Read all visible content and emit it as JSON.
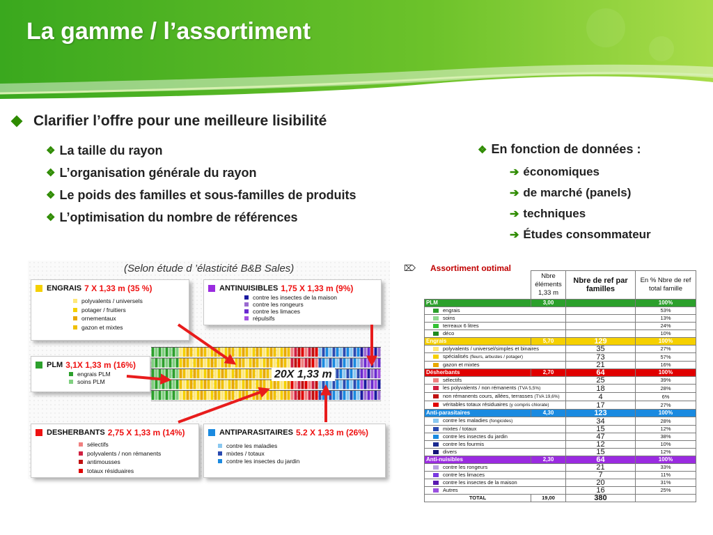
{
  "slide": {
    "title": "La gamme / l’assortiment"
  },
  "bullets": {
    "main": "Clarifier l’offre pour une meilleure lisibilité",
    "sub": [
      "La taille du rayon",
      "L’organisation générale du rayon",
      "Le poids des familles et sous-familles de produits",
      "L’optimisation du nombre de références"
    ],
    "right_heading": "En fonction de données :",
    "right_items": [
      "économiques",
      "de marché (panels)",
      "techniques",
      "Études consommateur"
    ]
  },
  "figure": {
    "title": "(Selon étude d ’élasticité B&B Sales)",
    "shelf_label": "20X  1,33 m",
    "panels": {
      "engrais": {
        "name": "ENGRAIS",
        "spec": "7  X  1,33 m (35 %)",
        "color": "#f5d000",
        "items": [
          "polyvalents / universels",
          "potager / fruitiers",
          "ornementaux",
          "gazon et mixtes"
        ],
        "item_colors": [
          "#ffe87a",
          "#f5d000",
          "#e8a800",
          "#f0c000"
        ]
      },
      "antinuisibles": {
        "name": "ANTINUISIBLES",
        "spec": "1,75 X 1,33 m (9%)",
        "color": "#9a2be0",
        "items": [
          "contre les insectes de la maison",
          "contre les rongeurs",
          "contre les limaces",
          "répulsifs"
        ],
        "item_colors": [
          "#1a1aa0",
          "#9a6ad0",
          "#6a2ad0",
          "#a050e0"
        ]
      },
      "plm": {
        "name": "PLM",
        "spec": "3,1X 1,33 m (16%)",
        "color": "#2ca02c",
        "items": [
          "engrais PLM",
          "soins PLM"
        ],
        "item_colors": [
          "#2ca02c",
          "#80d080"
        ]
      },
      "desherbants": {
        "name": "DESHERBANTS",
        "spec": "2,75 X 1,33 m (14%)",
        "color": "#e11",
        "items": [
          "sélectifs",
          "polyvalents / non rémanents",
          "antimousses",
          "totaux résiduaires"
        ],
        "item_colors": [
          "#f08080",
          "#d02040",
          "#c01010",
          "#e00000"
        ]
      },
      "antiparasitaires": {
        "name": "ANTIPARASITAIRES",
        "spec": "5.2 X 1,33 m (26%)",
        "color": "#1a8ae0",
        "items": [
          "contre les maladies",
          "mixtes / totaux",
          "contre les insectes du jardin"
        ],
        "item_colors": [
          "#8ac8f0",
          "#2a4ab0",
          "#1a8ae0"
        ]
      }
    }
  },
  "table": {
    "title": "Assortiment optimal",
    "headers": [
      "",
      "Nbre éléments 1,33 m",
      "Nbre de ref par familles",
      "En %  Nbre de ref total famille"
    ],
    "rows": [
      {
        "t": "f",
        "label": "PLM",
        "el": "3,00",
        "refs": "",
        "pct": "100%",
        "color": "#2ca02c"
      },
      {
        "t": "s",
        "label": "engrais",
        "refs": "",
        "pct": "53%",
        "color": "#2ca02c"
      },
      {
        "t": "s",
        "label": "soins",
        "refs": "",
        "pct": "13%",
        "color": "#8fd88f"
      },
      {
        "t": "s",
        "label": "terreaux 6 litres",
        "refs": "",
        "pct": "24%",
        "color": "#34c034"
      },
      {
        "t": "s",
        "label": "déco",
        "refs": "",
        "pct": "10%",
        "color": "#1f8a1f"
      },
      {
        "t": "f",
        "label": "Engrais",
        "el": "5,70",
        "refs": "129",
        "pct": "100%",
        "color": "#f5d000"
      },
      {
        "t": "s",
        "label": "polyvalents / universel/simples et binaires",
        "refs": "35",
        "pct": "27%",
        "color": "#ffe87a"
      },
      {
        "t": "s",
        "label": "spécialisés",
        "small": "(fleurs, arbustes / potager)",
        "refs": "73",
        "pct": "57%",
        "color": "#f5d000"
      },
      {
        "t": "s",
        "label": "gazon et mixtes",
        "refs": "21",
        "pct": "16%",
        "color": "#e8a800"
      },
      {
        "t": "f",
        "label": "Désherbants",
        "el": "2,70",
        "refs": "64",
        "pct": "100%",
        "color": "#e00000"
      },
      {
        "t": "s",
        "label": "sélectifs",
        "refs": "25",
        "pct": "39%",
        "color": "#f08080"
      },
      {
        "t": "s",
        "label": "les polyvalents / non rémanents",
        "small": "(TVA 5,5%)",
        "refs": "18",
        "pct": "28%",
        "color": "#d02040"
      },
      {
        "t": "s",
        "label": "non rémanents cours, allées, terrasses",
        "small": "(TVA 19,6%)",
        "refs": "4",
        "pct": "6%",
        "color": "#c01010"
      },
      {
        "t": "s",
        "label": "véritables totaux résiduaires",
        "small": "(y compris chlorate)",
        "refs": "17",
        "pct": "27%",
        "color": "#e00000"
      },
      {
        "t": "f",
        "label": "Anti-parasitaires",
        "el": "4,30",
        "refs": "123",
        "pct": "100%",
        "color": "#1a8ae0"
      },
      {
        "t": "s",
        "label": "contre les maladies",
        "small": "(fongicides)",
        "refs": "34",
        "pct": "28%",
        "color": "#8ac8f0"
      },
      {
        "t": "s",
        "label": "mixtes / totaux",
        "refs": "15",
        "pct": "12%",
        "color": "#2a4ab0"
      },
      {
        "t": "s",
        "label": "contre les insectes du jardin",
        "refs": "47",
        "pct": "38%",
        "color": "#1a8ae0"
      },
      {
        "t": "s",
        "label": "contre les fourmis",
        "refs": "12",
        "pct": "10%",
        "color": "#1a2a90"
      },
      {
        "t": "s",
        "label": "divers",
        "refs": "15",
        "pct": "12%",
        "color": "#141478"
      },
      {
        "t": "f",
        "label": "Anti-nuisibles",
        "el": "2,30",
        "refs": "64",
        "pct": "100%",
        "color": "#9a2be0"
      },
      {
        "t": "s",
        "label": "contre les rongeurs",
        "refs": "21",
        "pct": "33%",
        "color": "#b8a0e0"
      },
      {
        "t": "s",
        "label": "contre les limaces",
        "refs": "7",
        "pct": "11%",
        "color": "#7a3ae0"
      },
      {
        "t": "s",
        "label": "contre les insectes de la maison",
        "refs": "20",
        "pct": "31%",
        "color": "#5a1ab0"
      },
      {
        "t": "s",
        "label": "Autres",
        "refs": "16",
        "pct": "25%",
        "color": "#9a50e0"
      }
    ],
    "total": {
      "label": "TOTAL",
      "el": "19,00",
      "refs": "380"
    }
  }
}
